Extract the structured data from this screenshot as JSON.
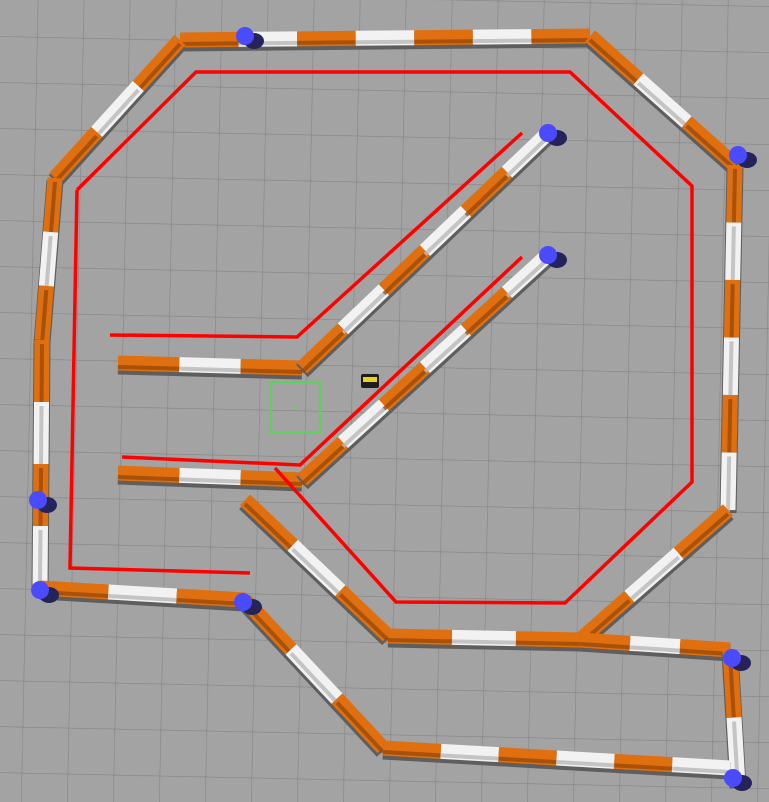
{
  "viewport": {
    "background": "#a3a3a3",
    "grid_color": "#7e7e7e"
  },
  "colors": {
    "barrier_orange": "#e06f0f",
    "barrier_orange_dark": "#9a4a08",
    "barrier_white": "#f2f2f2",
    "barrier_white_dark": "#b9b9b9",
    "post_blue": "#4a4aff",
    "post_shadow": "#24245a",
    "path_red": "#ff0000",
    "goal_green": "#5bd35b",
    "robot_body": "#1e1e1e",
    "robot_marker": "#e8d21a"
  },
  "objects": {
    "track_barrier": "track-barrier",
    "barrier_post": "barrier-post",
    "planned_path": "planned-path",
    "goal_marker": "goal-marker",
    "robot": "robot"
  }
}
